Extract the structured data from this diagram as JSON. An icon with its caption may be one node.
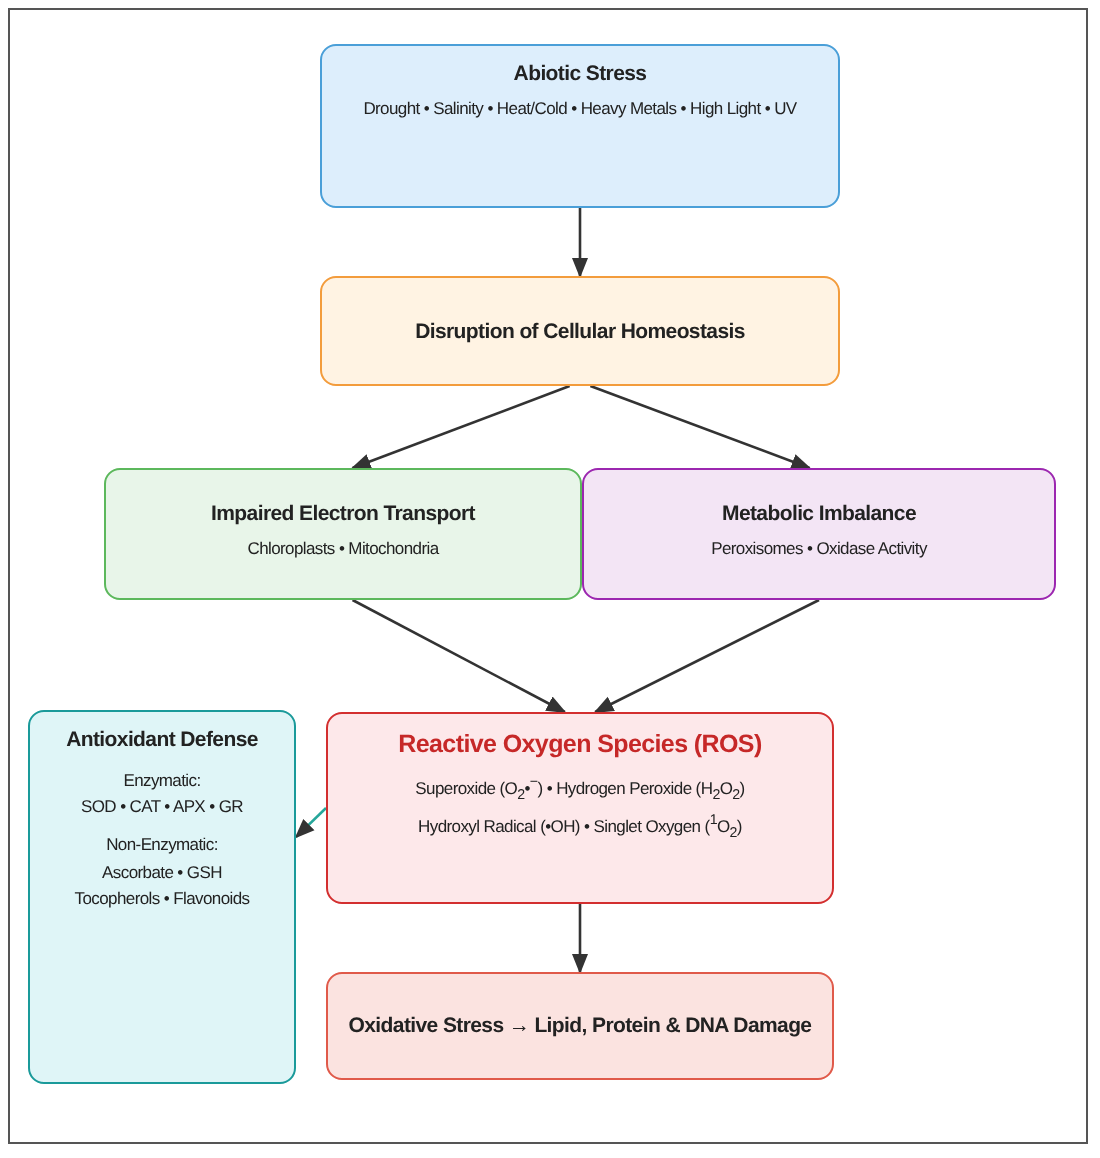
{
  "diagram": {
    "nodes": [
      {
        "text": [
          "Abiotic Stress",
          "Drought • Salinity • Heat/Cold • Heavy Metals • High Light • UV"
        ]
      },
      {
        "text": [
          "Disruption of Cellular Homeostasis"
        ]
      },
      {
        "text": [
          "Impaired Electron Transport",
          "Chloroplasts • Mitochondria"
        ]
      },
      {
        "text": [
          "Metabolic Imbalance",
          "Peroxisomes • Oxidase Activity"
        ]
      },
      {
        "text": [
          "Reactive Oxygen Species (ROS)",
          "Superoxide (O$_{2}$•$^{−}$) • Hydrogen Peroxide (H$_{2}$O$_{2}$)",
          "Hydroxyl Radical (•OH) • Singlet Oxygen ($^{1}$O$_{2}$)"
        ]
      },
      {
        "text": [
          "Antioxidant Defense",
          "Enzymatic:",
          "SOD • CAT • APX • GR",
          "Non-Enzymatic:",
          "Ascorbate • GSH",
          "Tocopherols • Flavonoids"
        ]
      },
      {
        "text": [
          "Oxidative Stress → Lipid, Protein & DNA Damage"
        ]
      }
    ],
    "edges": [
      {
        "from": 0,
        "to": 1,
        "arrow": "to"
      },
      {
        "from": 1,
        "to": 2,
        "arrow": "to"
      },
      {
        "from": 1,
        "to": 3,
        "arrow": "to"
      },
      {
        "from": 2,
        "to": 4,
        "arrow": "to"
      },
      {
        "from": 3,
        "to": 4,
        "arrow": "to"
      },
      {
        "from": 4,
        "to": 5,
        "arrow": "to",
        "color": "#26a69a"
      },
      {
        "from": 4,
        "to": 6,
        "arrow": "to"
      }
    ]
  }
}
